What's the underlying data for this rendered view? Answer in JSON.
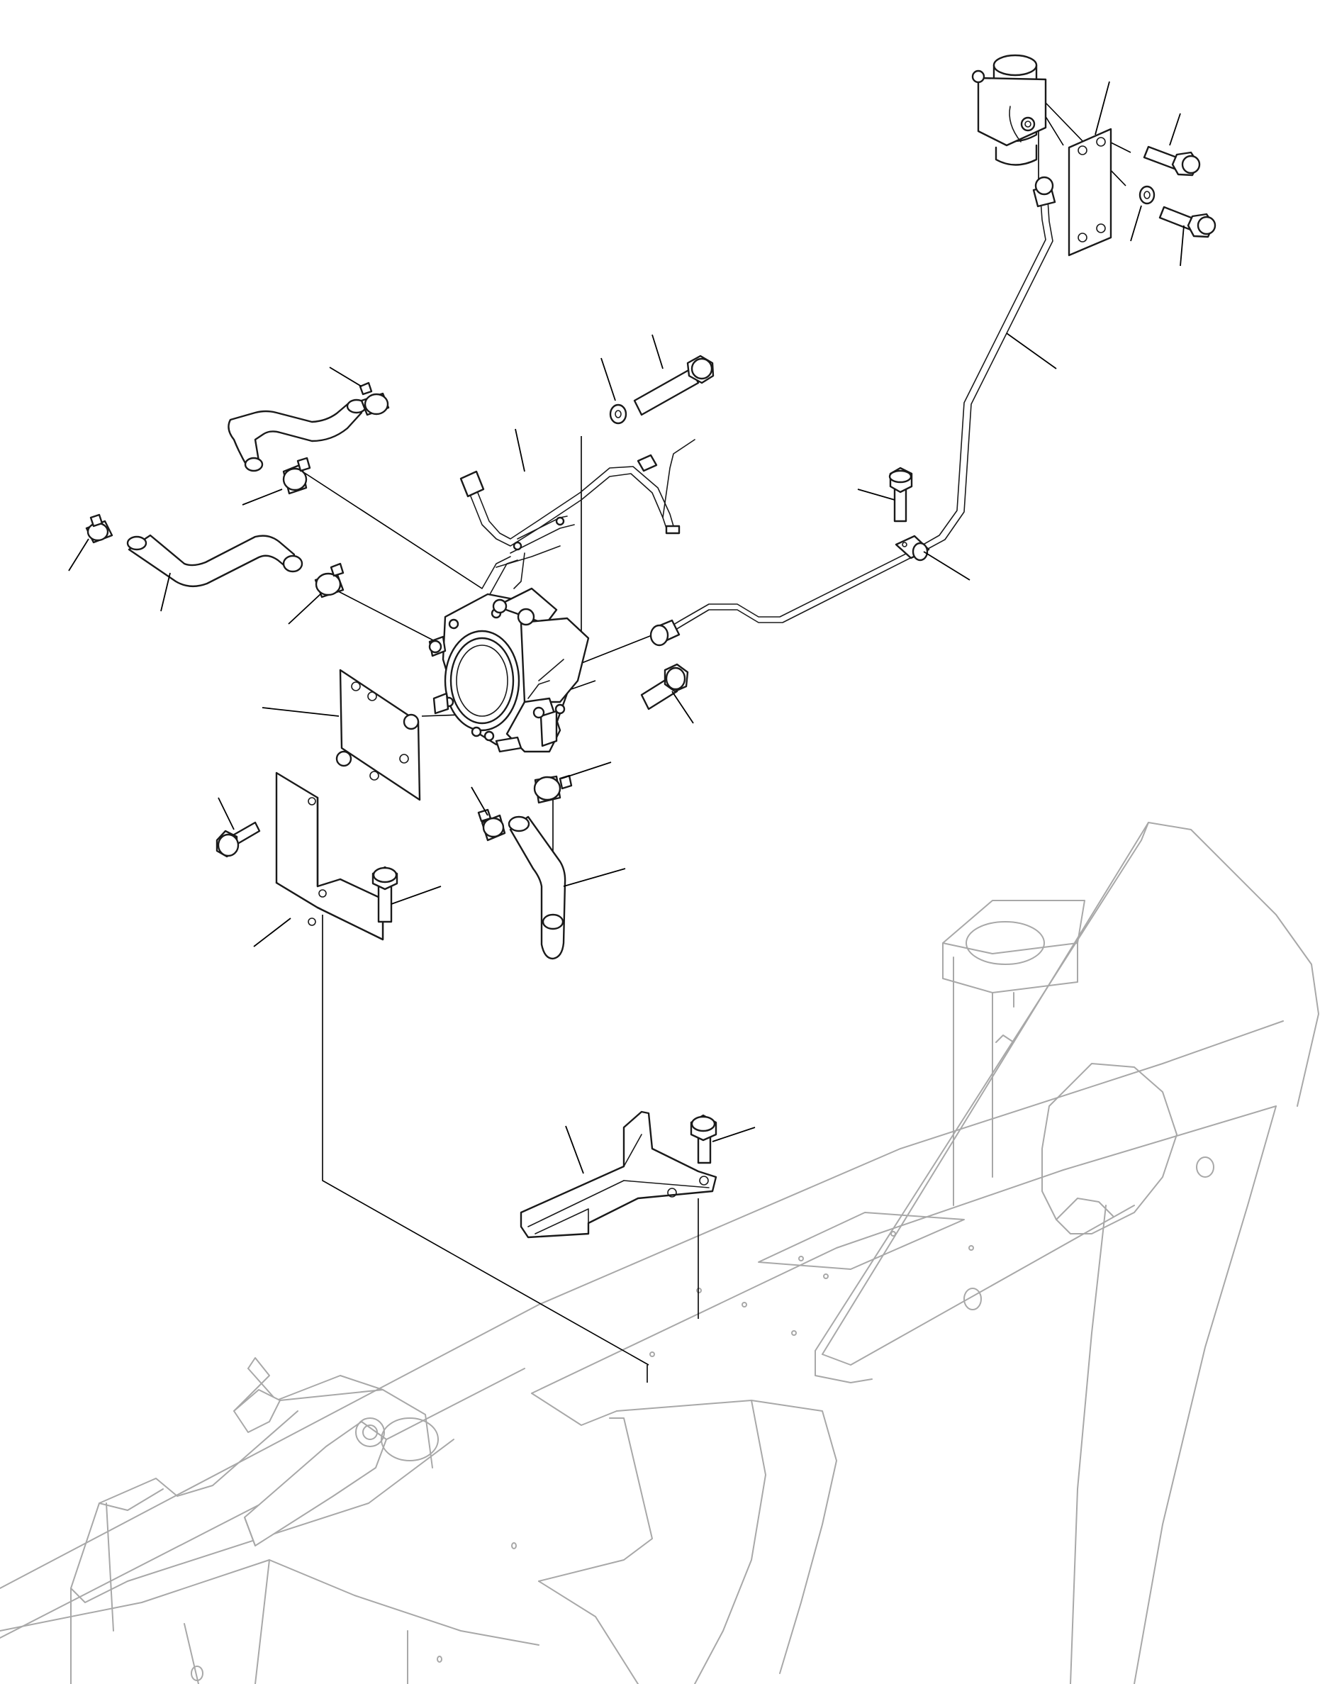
{
  "figure": {
    "type": "exploded-parts-diagram",
    "colors": {
      "line": "#1a1a1a",
      "frame": "#a8a8a8",
      "background": "#ffffff"
    },
    "text_labels": []
  },
  "parts": [
    {
      "id": "fuel-cut-solenoid",
      "kind": "component",
      "icon": "solenoid-icon"
    },
    {
      "id": "solenoid-bracket-plate",
      "kind": "bracket",
      "icon": "plate-icon"
    },
    {
      "id": "solenoid-bolt-upper",
      "kind": "fastener",
      "icon": "bolt-icon"
    },
    {
      "id": "solenoid-bolt-lower",
      "kind": "fastener",
      "icon": "bolt-icon"
    },
    {
      "id": "solenoid-washer",
      "kind": "fastener",
      "icon": "washer-icon"
    },
    {
      "id": "long-fuel-pipe",
      "kind": "pipe",
      "icon": "pipe-icon"
    },
    {
      "id": "pipe-clip",
      "kind": "clip",
      "icon": "clip-icon"
    },
    {
      "id": "clip-bolt",
      "kind": "fastener",
      "icon": "bolt-icon"
    },
    {
      "id": "throttle-body",
      "kind": "component",
      "icon": "throttle-body-icon"
    },
    {
      "id": "long-top-bolt",
      "kind": "fastener",
      "icon": "bolt-icon"
    },
    {
      "id": "top-washer",
      "kind": "fastener",
      "icon": "washer-icon"
    },
    {
      "id": "wire-harness",
      "kind": "harness",
      "icon": "harness-icon"
    },
    {
      "id": "upper-hose",
      "kind": "hose",
      "icon": "hose-icon"
    },
    {
      "id": "middle-hose",
      "kind": "hose",
      "icon": "hose-icon"
    },
    {
      "id": "lower-hose",
      "kind": "hose",
      "icon": "hose-icon"
    },
    {
      "id": "hose-clamp",
      "kind": "clamp",
      "icon": "hose-clamp-icon",
      "count": 6
    },
    {
      "id": "side-mounting-bolt",
      "kind": "fastener",
      "icon": "bolt-icon"
    },
    {
      "id": "mounting-plate",
      "kind": "bracket",
      "icon": "plate-icon"
    },
    {
      "id": "angle-bracket",
      "kind": "bracket",
      "icon": "bracket-icon"
    },
    {
      "id": "bracket-bolt-left",
      "kind": "fastener",
      "icon": "bolt-icon"
    },
    {
      "id": "bracket-bolt-right",
      "kind": "fastener",
      "icon": "bolt-icon"
    },
    {
      "id": "frame-cover-bracket",
      "kind": "bracket",
      "icon": "bracket-icon"
    },
    {
      "id": "cover-bolt",
      "kind": "fastener",
      "icon": "bolt-icon"
    },
    {
      "id": "machine-frame",
      "kind": "reference",
      "icon": "frame-outline-icon"
    }
  ]
}
